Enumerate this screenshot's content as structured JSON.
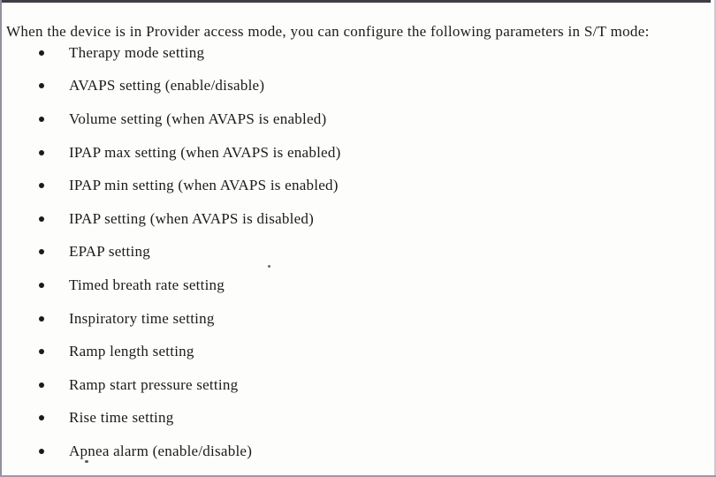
{
  "document": {
    "intro": "When the device is in Provider access mode, you can configure the following parameters in S/T mode:",
    "list": {
      "items": [
        "Therapy mode setting",
        "AVAPS setting (enable/disable)",
        "Volume setting (when AVAPS is enabled)",
        "IPAP max setting (when AVAPS is enabled)",
        "IPAP min setting (when AVAPS is enabled)",
        "IPAP setting (when AVAPS is disabled)",
        "EPAP setting",
        "Timed breath rate setting",
        "Inspiratory time setting",
        "Ramp length setting",
        "Ramp start pressure setting",
        "Rise time setting",
        "Apnea alarm (enable/disable)"
      ]
    },
    "colors": {
      "text": "#1b1b1b",
      "scan_border_top": "#3e3e46",
      "scan_border_left": "#9191a0"
    }
  }
}
